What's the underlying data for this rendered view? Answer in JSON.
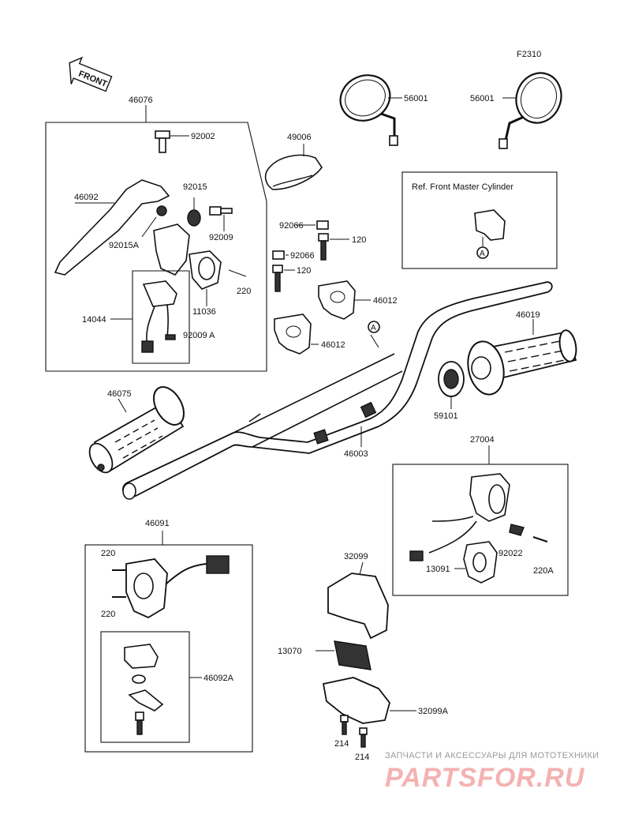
{
  "figure_code": "F2310",
  "front_label": "FRONT",
  "ref_box_title": "Ref. Front Master Cylinder",
  "callout_a": "A",
  "watermark": {
    "tagline": "ЗАПЧАСТИ И АКСЕССУАРЫ ДЛЯ МОТОТЕХНИКИ",
    "brand": "PARTSFOR.RU"
  },
  "parts": {
    "p46076": "46076",
    "p92002": "92002",
    "p92015": "92015",
    "p92009": "92009",
    "p46092": "46092",
    "p92015A": "92015A",
    "p220a": "220",
    "p11036": "11036",
    "p14044": "14044",
    "p92009A": "92009 A",
    "p49006": "49006",
    "p56001a": "56001",
    "p56001b": "56001",
    "p92066a": "92066",
    "p120a": "120",
    "p92066b": "92066",
    "p120b": "120",
    "p46012a": "46012",
    "p46012b": "46012",
    "p46019": "46019",
    "p46075": "46075",
    "p46003": "46003",
    "p59101": "59101",
    "p27004": "27004",
    "p92022": "92022",
    "p13091": "13091",
    "p220A": "220A",
    "p46091": "46091",
    "p220b": "220",
    "p220c": "220",
    "p46092A": "46092A",
    "p32099": "32099",
    "p13070": "13070",
    "p32099A": "32099A",
    "p214a": "214",
    "p214b": "214"
  }
}
